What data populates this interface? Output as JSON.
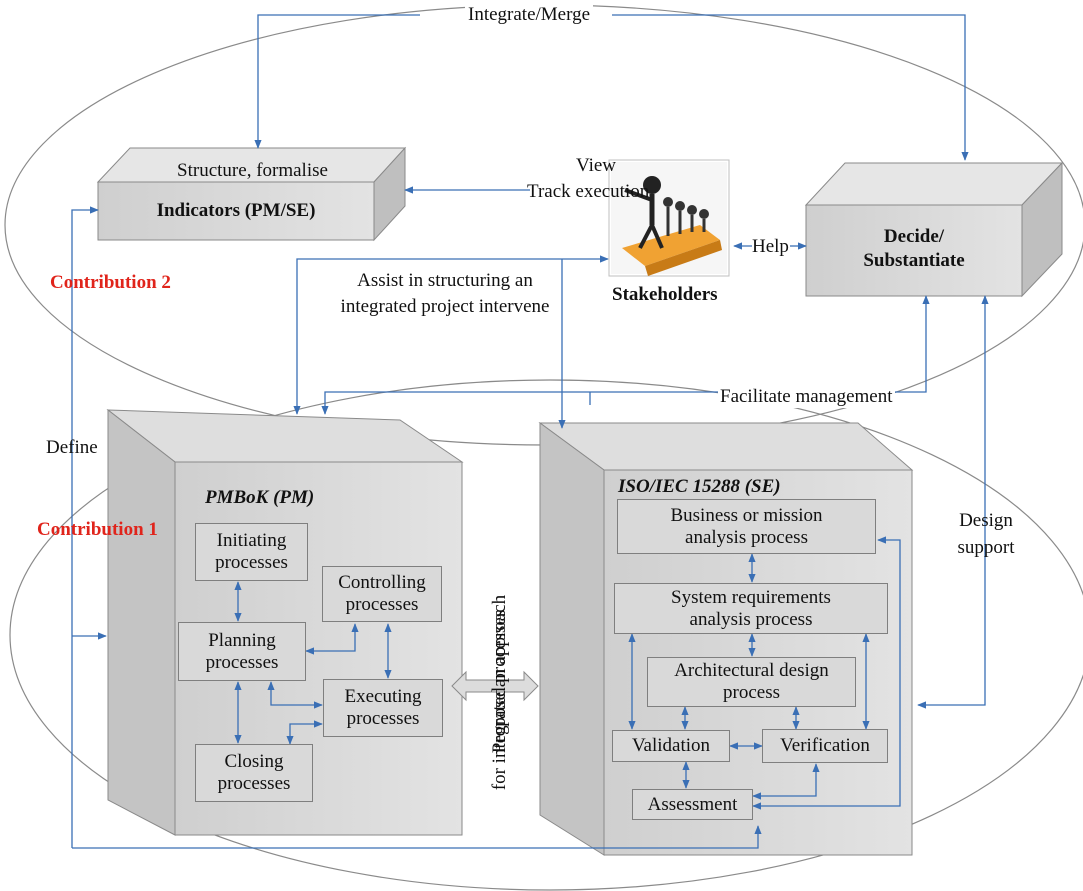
{
  "top_label": "Integrate/Merge",
  "indicators": {
    "caption": "Structure, formalise",
    "title": "Indicators (PM/SE)"
  },
  "stakeholders": {
    "view": "View",
    "track": "Track execution",
    "title": "Stakeholders",
    "help": "Help"
  },
  "decide": {
    "line1": "Decide/",
    "line2": "Substantiate"
  },
  "contribution2": "Contribution 2",
  "contribution1": "Contribution 1",
  "assist": {
    "line1": "Assist in structuring an",
    "line2": "integrated project intervene"
  },
  "facilitate": "Facilitate management",
  "define": "Define",
  "design_support": {
    "line1": "Design",
    "line2": "support"
  },
  "propose": {
    "line1": "Propose an approach",
    "line2": "for integrated processes"
  },
  "pmbok": {
    "title": "PMBoK (PM)",
    "initiating": "Initiating\nprocesses",
    "controlling": "Controlling\nprocesses",
    "planning": "Planning\nprocesses",
    "executing": "Executing\nprocesses",
    "closing": "Closing\nprocesses"
  },
  "iso": {
    "title": "ISO/IEC 15288 (SE)",
    "business": "Business or mission\nanalysis process",
    "sysreq": "System requirements\nanalysis process",
    "arch": "Architectural design\nprocess",
    "validation": "Validation",
    "verification": "Verification",
    "assessment": "Assessment"
  },
  "colors": {
    "arrow": "#3a6fb5",
    "red": "#e0241b",
    "box_front": "#d9d9d9",
    "box_side": "#bfbfbf",
    "box_top": "#e6e6e6"
  }
}
